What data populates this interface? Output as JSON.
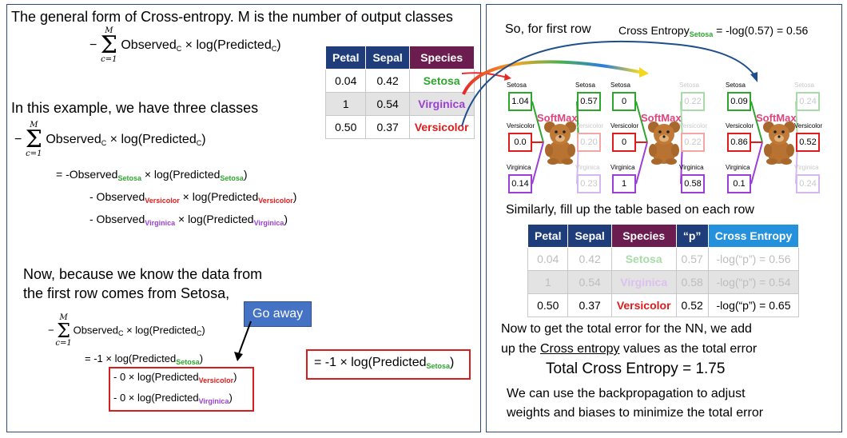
{
  "left": {
    "heading": "The general form of Cross-entropy. M is the number of output classes",
    "sum_top": "M",
    "sum_bottom": "c=1",
    "minus": "−",
    "observed": "Observed",
    "sub_c": "C",
    "times_log": " × log(Predicted",
    "close": ")",
    "three_classes": "In this example, we have three classes",
    "exp1_pre": "= -Observed",
    "exp2_pre": "- Observed",
    "exp3_pre": "- Observed",
    "setosa": "Setosa",
    "versicolor": "Versicolor",
    "virginica": "Virginica",
    "now_line1": "Now, because we know the data from",
    "now_line2": "the first row comes from Setosa,",
    "go_away": "Go away",
    "s1": "= -1 × log(Predicted",
    "s2": "- 0 × log(Predicted",
    "s3": "- 0 × log(Predicted",
    "result": "= -1 × log(Predicted"
  },
  "table1": {
    "headers": [
      "Petal",
      "Sepal",
      "Species"
    ],
    "rows": [
      [
        "0.04",
        "0.42",
        "Setosa"
      ],
      [
        "1",
        "0.54",
        "Virginica"
      ],
      [
        "0.50",
        "0.37",
        "Versicolor"
      ]
    ]
  },
  "right": {
    "first_row": "So, for first row",
    "ce_label": "Cross Entropy",
    "ce_sub": "Setosa",
    "ce_value": " = -log(0.57) = 0.56",
    "similarly": "Similarly, fill up the table based on each row",
    "total_line1": "Now to get the total error for the NN, we add",
    "total_line2a": "up the ",
    "total_line2b": "Cross entropy",
    "total_line2c": " values as the total error",
    "total": "Total Cross Entropy = 1.75",
    "backprop1": "We can use the backpropagation to adjust",
    "backprop2": "weights and biases to minimize the total error"
  },
  "network": {
    "softmax": "SoftMax",
    "groups": [
      {
        "in": [
          "1.04",
          "0.0",
          "0.14"
        ],
        "out": [
          "0.57",
          "0.20",
          "0.23"
        ]
      },
      {
        "in": [
          "0",
          "0",
          "1"
        ],
        "out": [
          "0.22",
          "0.22",
          "0.58"
        ]
      },
      {
        "in": [
          "0.09",
          "0.86",
          "0.1"
        ],
        "out": [
          "0.24",
          "0.52",
          "0.24"
        ]
      }
    ]
  },
  "table2": {
    "headers": [
      "Petal",
      "Sepal",
      "Species",
      "“p”",
      "Cross Entropy"
    ],
    "rows": [
      [
        "0.04",
        "0.42",
        "Setosa",
        "0.57",
        "-log(“p”) = 0.56"
      ],
      [
        "1",
        "0.54",
        "Virginica",
        "0.58",
        "-log(“p”) = 0.54"
      ],
      [
        "0.50",
        "0.37",
        "Versicolor",
        "0.52",
        "-log(“p”) = 0.65"
      ]
    ]
  },
  "colors": {
    "setosa": "#2ea62e",
    "versicolor": "#e01b1b",
    "virginica": "#9b3fd6",
    "header": "#1f3d7a",
    "species_header": "#6b1d4f",
    "ce_header": "#2491dd"
  }
}
